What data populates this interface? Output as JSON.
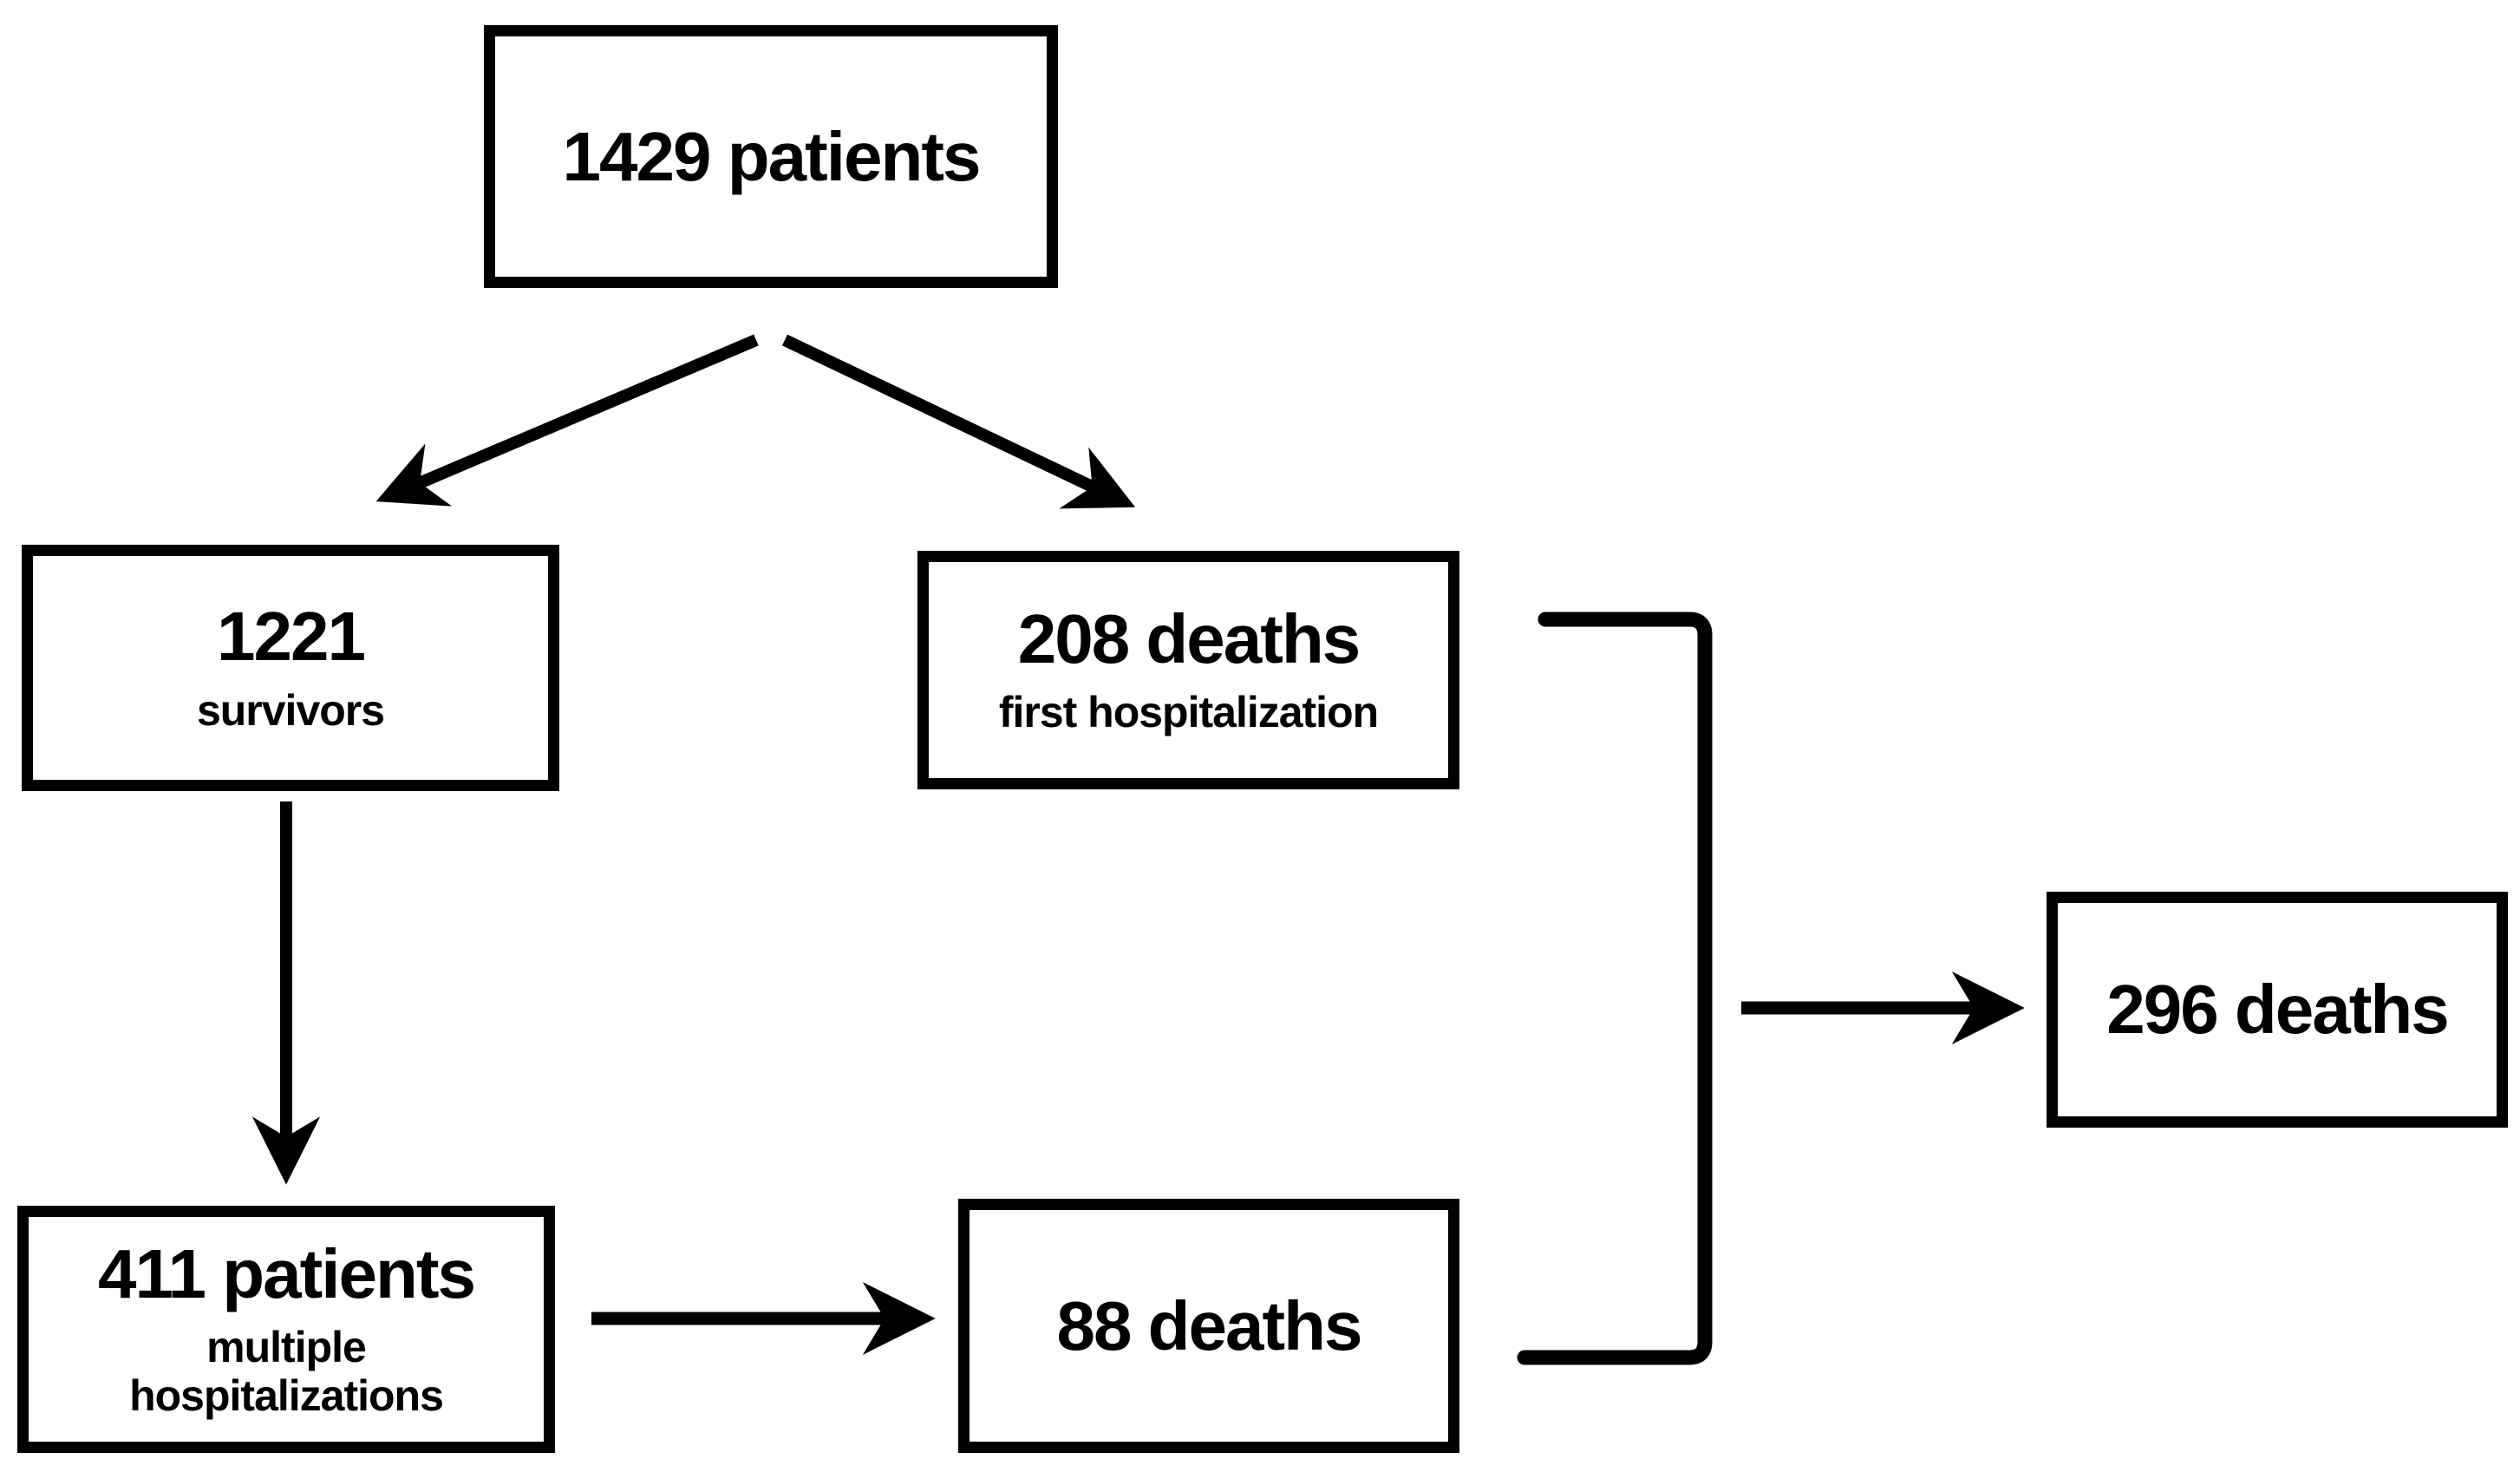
{
  "colors": {
    "stroke": "#000000",
    "text": "#000000",
    "background": "#ffffff"
  },
  "nodes": {
    "total": {
      "label": "1429 patients"
    },
    "survivors": {
      "label": "1221",
      "sublabel": "survivors"
    },
    "deaths_first": {
      "label": "208 deaths",
      "sublabel": "first hospitalization"
    },
    "multiple": {
      "label": "411 patients",
      "sublabel_line1": "multiple",
      "sublabel_line2": "hospitalizations"
    },
    "deaths_multiple": {
      "label": "88 deaths"
    },
    "deaths_total": {
      "label": "296 deaths"
    }
  },
  "edges": [
    {
      "from": "1429 patients",
      "to": "1221 survivors",
      "connector": "diagonal-arrow"
    },
    {
      "from": "1429 patients",
      "to": "208 deaths first hospitalization",
      "connector": "diagonal-arrow"
    },
    {
      "from": "1221 survivors",
      "to": "411 patients multiple hospitalizations",
      "connector": "vertical-arrow"
    },
    {
      "from": "411 patients multiple hospitalizations",
      "to": "88 deaths",
      "connector": "horizontal-arrow"
    },
    {
      "from": "208 deaths + 88 deaths",
      "to": "296 deaths",
      "connector": "bracket-then-arrow"
    }
  ]
}
